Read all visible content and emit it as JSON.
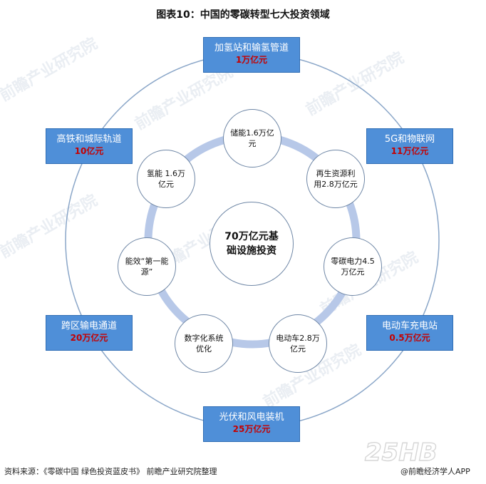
{
  "title": "图表10：中国的零碳转型七大投资领域",
  "center": "70万亿元基础设施投资",
  "inner_nodes": [
    {
      "text": "储能1.6万亿元"
    },
    {
      "text": "再生资源利用2.8万亿元"
    },
    {
      "text": "零碳电力4.5万亿元"
    },
    {
      "text": "电动车2.8万亿元"
    },
    {
      "text": "数字化系统优化"
    },
    {
      "text": "能效“第一能源”"
    },
    {
      "text": "氢能 1.6万亿元"
    }
  ],
  "outer_boxes": [
    {
      "name": "加氢站和输氢管道",
      "amount": "1万亿元"
    },
    {
      "name": "5G和物联网",
      "amount": "11万亿元"
    },
    {
      "name": "电动车充电站",
      "amount": "0.5万亿元"
    },
    {
      "name": "光伏和风电装机",
      "amount": "25万亿元"
    },
    {
      "name": "跨区输电通道",
      "amount": "20万亿元"
    },
    {
      "name": "高铁和城际轨道",
      "amount": "10亿元"
    }
  ],
  "footer": "资料来源：《零碳中国 绿色投资蓝皮书》 前瞻产业研究院整理",
  "watermark": "前瞻产业研究院",
  "logo_mark": "25HB",
  "logo_app": "@前瞻经济学人APP",
  "colors": {
    "box_fill": "#4f8fd8",
    "amount_red": "#c40000",
    "ring": "#b7c8e8",
    "outer_ring": "#8aa6c8"
  }
}
